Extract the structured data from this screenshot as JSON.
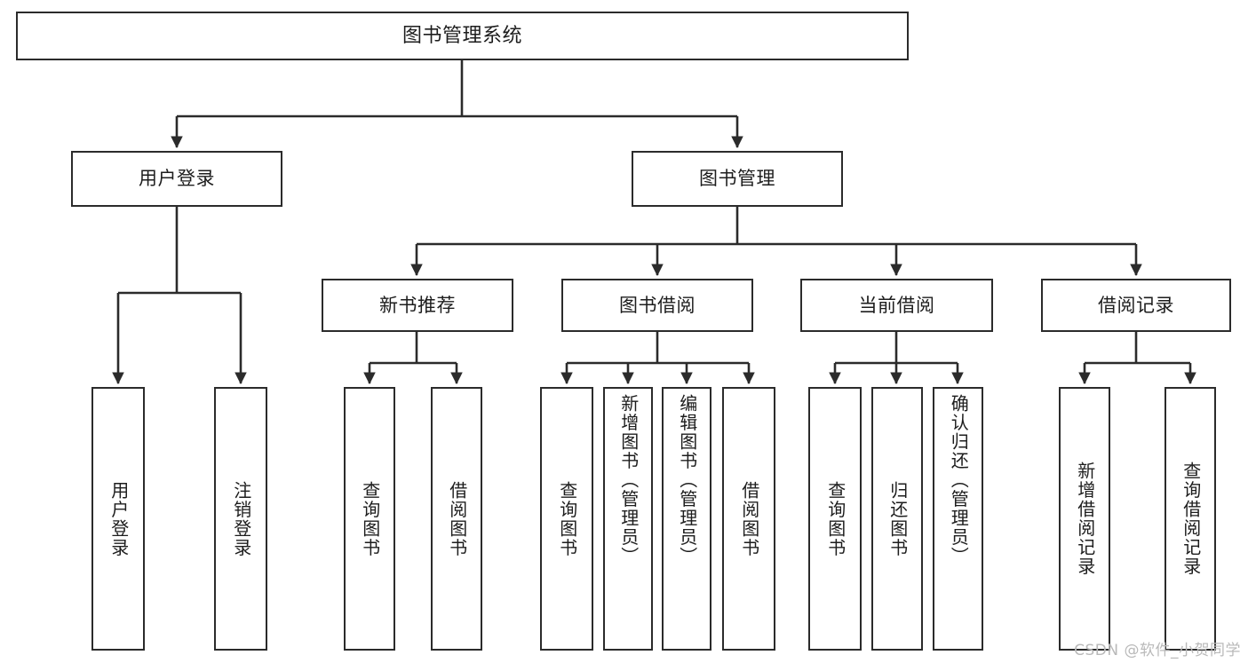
{
  "diagram": {
    "title": "图书管理系统",
    "type": "tree",
    "colors": {
      "stroke": "#2b2b2b",
      "fill": "#ffffff",
      "text": "#1d1d1d",
      "watermark": "#b9b9b9"
    },
    "root": {
      "label": "图书管理系统"
    },
    "level2": [
      {
        "label": "用户登录"
      },
      {
        "label": "图书管理"
      }
    ],
    "level3": [
      {
        "label": "新书推荐"
      },
      {
        "label": "图书借阅"
      },
      {
        "label": "当前借阅"
      },
      {
        "label": "借阅记录"
      }
    ],
    "leaves": [
      {
        "label": "用户登录",
        "parent": "用户登录"
      },
      {
        "label": "注销登录",
        "parent": "用户登录"
      },
      {
        "label": "查询图书",
        "parent": "新书推荐"
      },
      {
        "label": "借阅图书",
        "parent": "新书推荐"
      },
      {
        "label": "查询图书",
        "parent": "图书借阅"
      },
      {
        "label": "新增图书（管理员）",
        "parent": "图书借阅"
      },
      {
        "label": "编辑图书（管理员）",
        "parent": "图书借阅"
      },
      {
        "label": "借阅图书",
        "parent": "图书借阅"
      },
      {
        "label": "查询图书",
        "parent": "当前借阅"
      },
      {
        "label": "归还图书",
        "parent": "当前借阅"
      },
      {
        "label": "确认归还（管理员）",
        "parent": "当前借阅"
      },
      {
        "label": "新增借阅记录",
        "parent": "借阅记录"
      },
      {
        "label": "查询借阅记录",
        "parent": "借阅记录"
      }
    ]
  },
  "watermark": {
    "text": "CSDN @软件_小贺同学"
  }
}
